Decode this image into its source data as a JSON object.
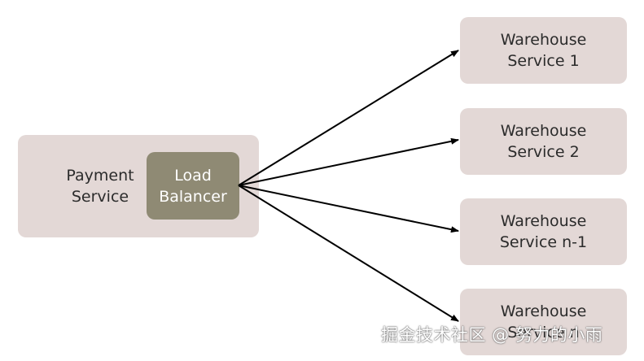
{
  "payment_service": {
    "line1": "Payment",
    "line2": "Service"
  },
  "load_balancer": {
    "line1": "Load",
    "line2": "Balancer"
  },
  "warehouses": [
    {
      "line1": "Warehouse",
      "line2": "Service 1"
    },
    {
      "line1": "Warehouse",
      "line2": "Service 2"
    },
    {
      "line1": "Warehouse",
      "line2": "Service n-1"
    },
    {
      "line1": "Warehouse",
      "line2": "Service n"
    }
  ],
  "watermark": "掘金技术社区 @ 努力的小雨",
  "colors": {
    "box_fill": "#e3d8d6",
    "load_balancer_fill": "#8f8a74",
    "arrow": "#000000"
  }
}
